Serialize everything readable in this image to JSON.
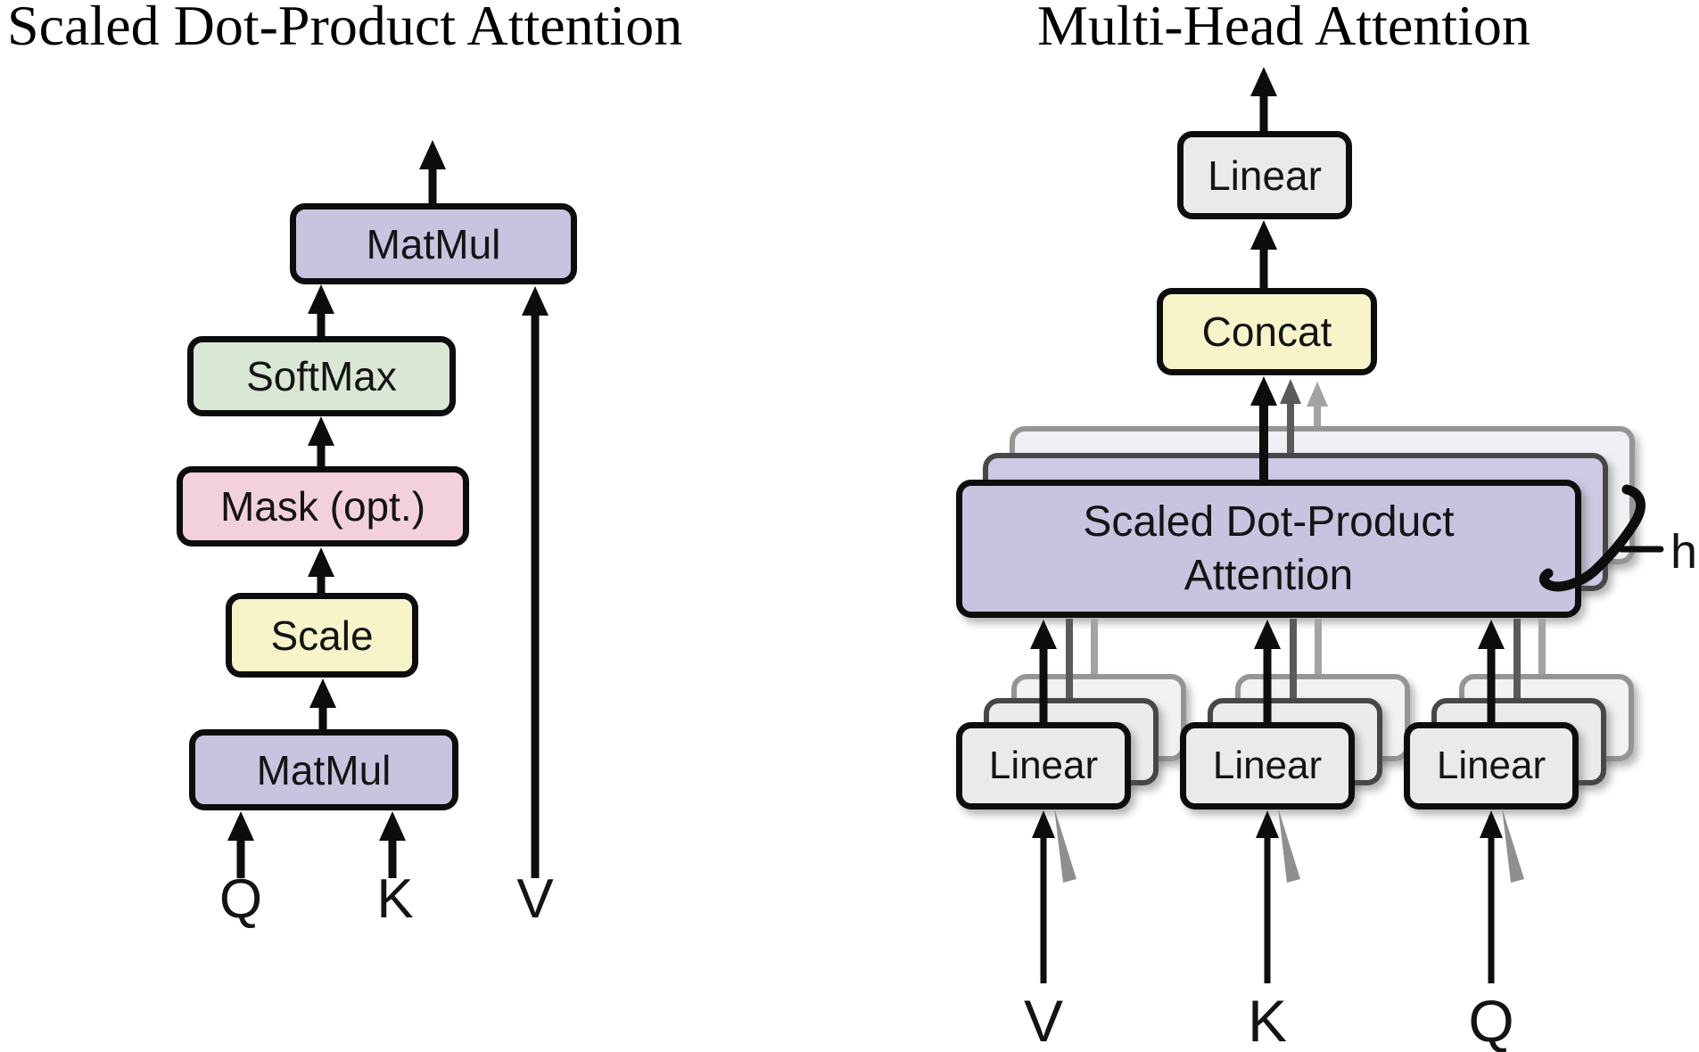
{
  "colors": {
    "purple": "#c9c3e0",
    "green": "#d9e8d4",
    "pink": "#f2d1dd",
    "yellow": "#f8f4ca",
    "graybox": "#e9ebe9",
    "ghost-dark": "#474747",
    "ghost-mid": "#959595",
    "arrow-dark": "#5a5a5a",
    "arrow-light": "#a3a3a3",
    "ink": "#0d0d0d"
  },
  "left": {
    "title": "Scaled Dot-Product Attention",
    "matmul_top": "MatMul",
    "softmax": "SoftMax",
    "mask": "Mask (opt.)",
    "scale": "Scale",
    "matmul_bottom": "MatMul",
    "input_q": "Q",
    "input_k": "K",
    "input_v": "V"
  },
  "right": {
    "title": "Multi-Head Attention",
    "linear_out": "Linear",
    "concat": "Concat",
    "sdpa_line1": "Scaled Dot-Product",
    "sdpa_line2": "Attention",
    "head_count_label": "h",
    "linear_v": "Linear",
    "linear_k": "Linear",
    "linear_q": "Linear",
    "input_v": "V",
    "input_k": "K",
    "input_q": "Q"
  }
}
